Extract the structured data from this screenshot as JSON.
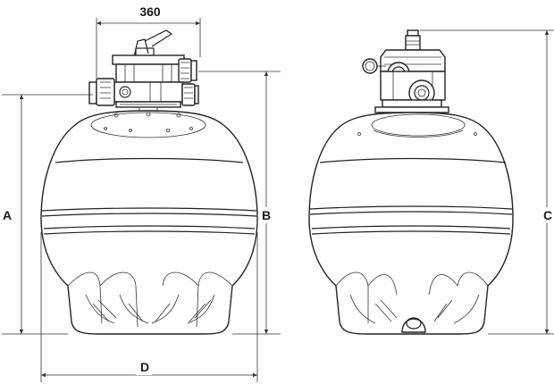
{
  "dimensions": {
    "top": "360",
    "a": "A",
    "b": "B",
    "c": "C",
    "d": "D"
  },
  "colors": {
    "line": "#222222",
    "background": "#ffffff"
  }
}
